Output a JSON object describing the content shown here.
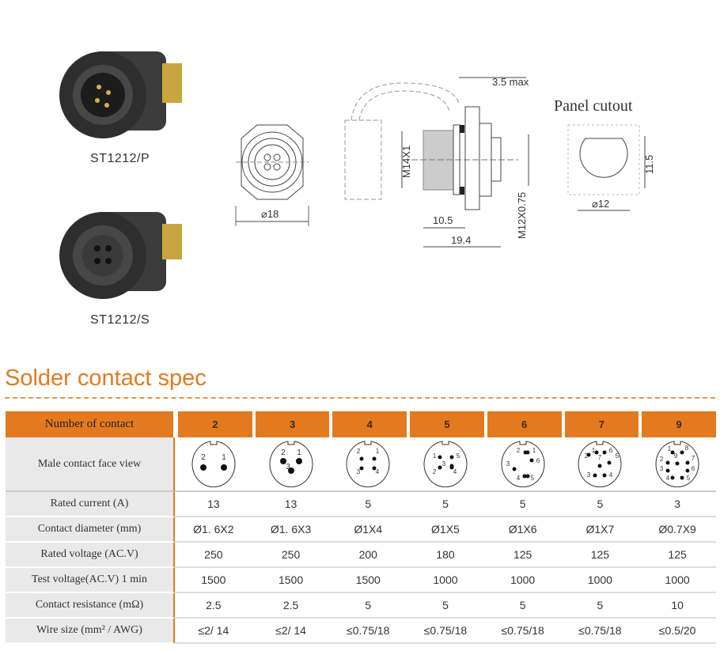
{
  "products": [
    {
      "label": "ST1212/P"
    },
    {
      "label": "ST1212/S"
    }
  ],
  "drawing": {
    "front_diameter": "⌀18",
    "thread": "M14X1",
    "panel_max": "3.5 max",
    "length_a": "10.5",
    "length_b": "19.4",
    "rear_thread": "M12X0.75"
  },
  "panel_cutout": {
    "title": "Panel cutout",
    "height": "11.5",
    "diameter": "⌀12"
  },
  "section_title": "Solder contact spec",
  "table": {
    "header_label": "Number of contact",
    "columns": [
      "2",
      "3",
      "4",
      "5",
      "6",
      "7",
      "9"
    ],
    "face_label": "Male contact face view",
    "faces": [
      [
        "2",
        "1"
      ],
      [
        "2",
        "1",
        "3"
      ],
      [
        "2",
        "1",
        "3",
        "4"
      ],
      [
        "1",
        "5",
        "3",
        "2",
        "4"
      ],
      [
        "2",
        "1",
        "6",
        "3",
        "4",
        "5"
      ],
      [
        "2",
        "1",
        "7",
        "6",
        "5",
        "3",
        "4"
      ],
      [
        "1",
        "8",
        "2",
        "9",
        "7",
        "3",
        "6",
        "4",
        "5"
      ]
    ],
    "rows": [
      {
        "label": "Rated current (A)",
        "values": [
          "13",
          "13",
          "5",
          "5",
          "5",
          "5",
          "3"
        ]
      },
      {
        "label": "Contact diameter (mm)",
        "values": [
          "Ø1. 6X2",
          "Ø1. 6X3",
          "Ø1X4",
          "Ø1X5",
          "Ø1X6",
          "Ø1X7",
          "Ø0.7X9"
        ]
      },
      {
        "label": "Rated voltage (AC.V)",
        "values": [
          "250",
          "250",
          "200",
          "180",
          "125",
          "125",
          "125"
        ]
      },
      {
        "label": "Test voltage(AC.V) 1 min",
        "values": [
          "1500",
          "1500",
          "1500",
          "1000",
          "1000",
          "1000",
          "1000"
        ]
      },
      {
        "label": "Contact resistance (mΩ)",
        "values": [
          "2.5",
          "2.5",
          "5",
          "5",
          "5",
          "5",
          "10"
        ]
      },
      {
        "label": "Wire size (mm² / AWG)",
        "values": [
          "≤2/ 14",
          "≤2/ 14",
          "≤0.75/18",
          "≤0.75/18",
          "≤0.75/18",
          "≤0.75/18",
          "≤0.5/20"
        ]
      }
    ]
  },
  "colors": {
    "accent": "#e47a1f"
  }
}
